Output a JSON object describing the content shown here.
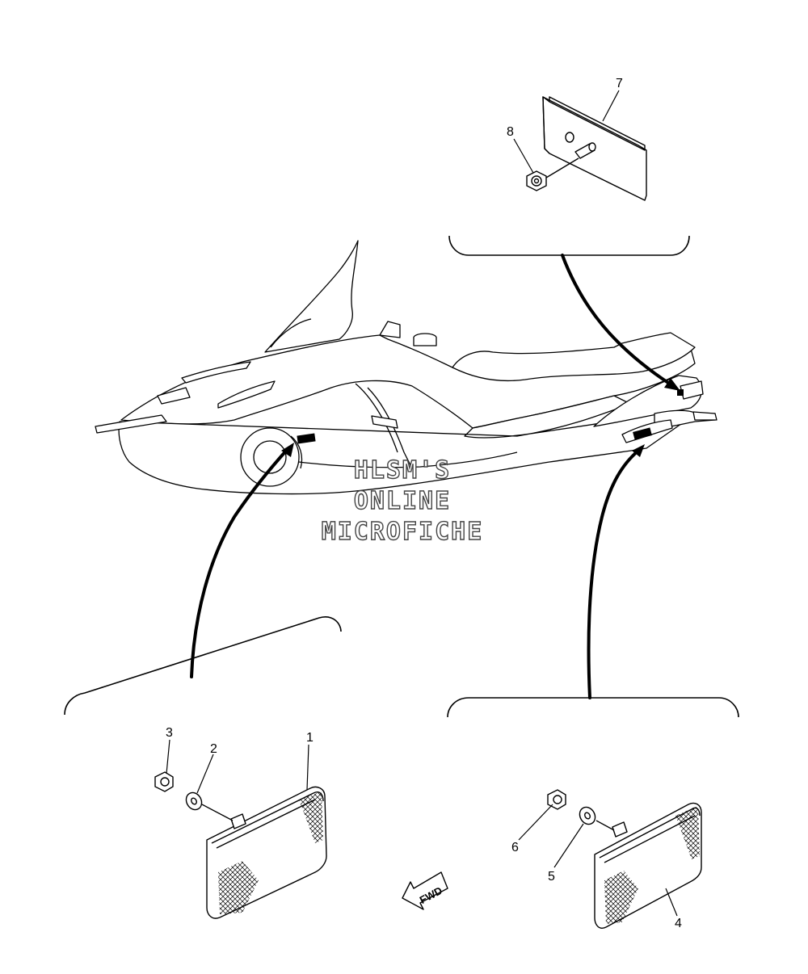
{
  "callouts": [
    "1",
    "2",
    "3",
    "4",
    "5",
    "6",
    "7",
    "8"
  ],
  "watermark": [
    "HLSM'S",
    "ONLINE",
    "MICROFICHE"
  ],
  "direction_label": "FWD",
  "colors": {
    "line": "#000000",
    "background": "#ffffff",
    "watermark_outline": "#444444"
  }
}
